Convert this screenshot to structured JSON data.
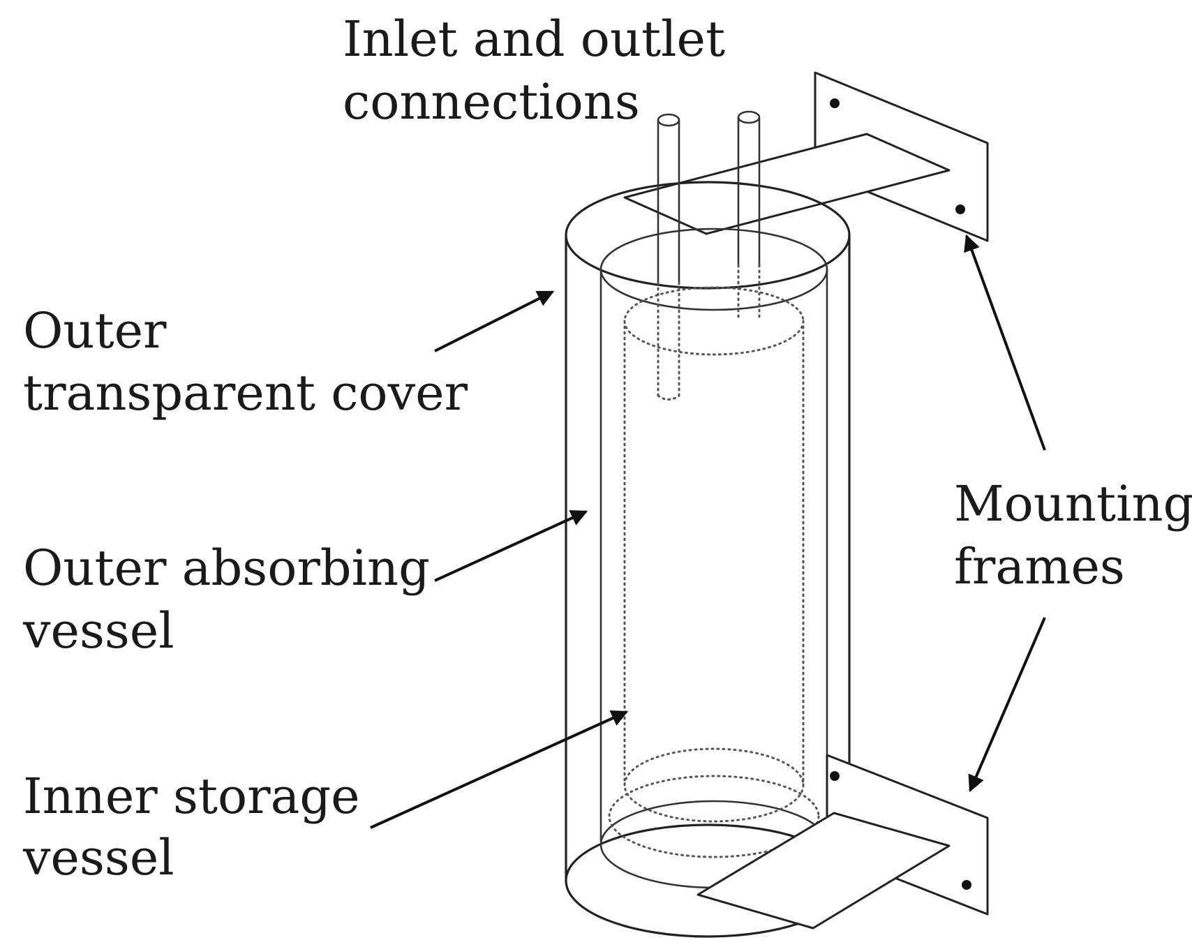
{
  "labels": {
    "inlet_outlet_line1": "Inlet and outlet",
    "inlet_outlet_line2": "connections",
    "outer_cover_line1": "Outer",
    "outer_cover_line2": "transparent cover",
    "absorbing_line1": "Outer absorbing",
    "absorbing_line2": "vessel",
    "inner_storage_line1": "Inner storage",
    "inner_storage_line2": "vessel",
    "mounting_line1": "Mounting",
    "mounting_line2": "frames"
  },
  "colors": {
    "line": "#222222",
    "text": "#1a1a1a",
    "background": "#ffffff"
  }
}
